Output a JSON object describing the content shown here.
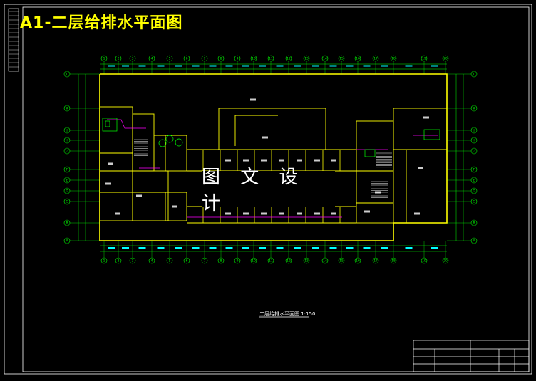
{
  "drawing": {
    "title": "A1-二层给排水平面图",
    "plan_title": "二层给排水平面图 1:150",
    "watermark": "图 文 设 计"
  },
  "grid": {
    "top_axes": [
      "1",
      "2",
      "3",
      "4",
      "5",
      "6",
      "7",
      "8",
      "9",
      "10",
      "11",
      "12",
      "13",
      "14",
      "15",
      "16",
      "17",
      "18",
      "19",
      "20"
    ],
    "left_axes": [
      "L",
      "K",
      "J",
      "H",
      "G",
      "F",
      "E",
      "D",
      "C",
      "B",
      "A"
    ]
  },
  "colors": {
    "wall": "#ffff00",
    "grid": "#00ff00",
    "dim": "#00ffff",
    "pipe": "#ff00ff",
    "frame": "#ffffff"
  }
}
